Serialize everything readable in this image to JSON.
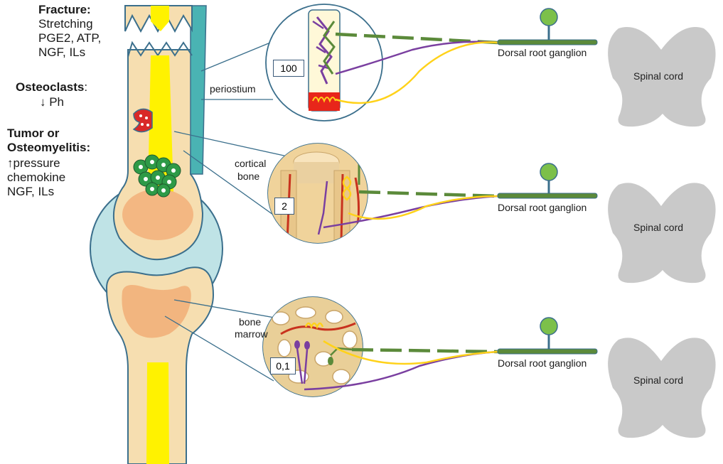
{
  "left_panel": {
    "fracture_title": "Fracture:",
    "fracture_lines": [
      "Stretching",
      "PGE2, ATP,",
      "NGF, ILs"
    ],
    "osteoclasts_title": "Osteoclasts",
    "osteoclasts_colon": ":",
    "osteoclasts_line": "↓ Ph",
    "tumor_title_1": "Tumor or",
    "tumor_title_2": "Osteomyelitis:",
    "tumor_lines": [
      "↑pressure",
      "chemokine",
      "NGF, ILs"
    ]
  },
  "regions": {
    "periostium": "periostium",
    "cortical_1": "cortical",
    "cortical_2": "bone",
    "marrow_1": "bone",
    "marrow_2": "marrow"
  },
  "boxes": {
    "periostium_value": "100",
    "cortical_value": "2",
    "marrow_value": "0,1"
  },
  "ganglion_label": "Dorsal root ganglion",
  "spinal_cord_label": "Spinal cord",
  "colors": {
    "bone": "#f6deb0",
    "marrow_yellow": "#fff200",
    "periosteum_teal": "#4ab3b3",
    "joint_blue": "#bfe3e6",
    "cartilage_orange": "#f2b07a",
    "nerve_green": "#5b8a3a",
    "nerve_purple": "#7a3fa0",
    "nerve_yellow": "#ffd21a",
    "ganglion_green": "#7cc04a",
    "cord_grey": "#c9c9c9",
    "vessel_red": "#c8321e"
  }
}
